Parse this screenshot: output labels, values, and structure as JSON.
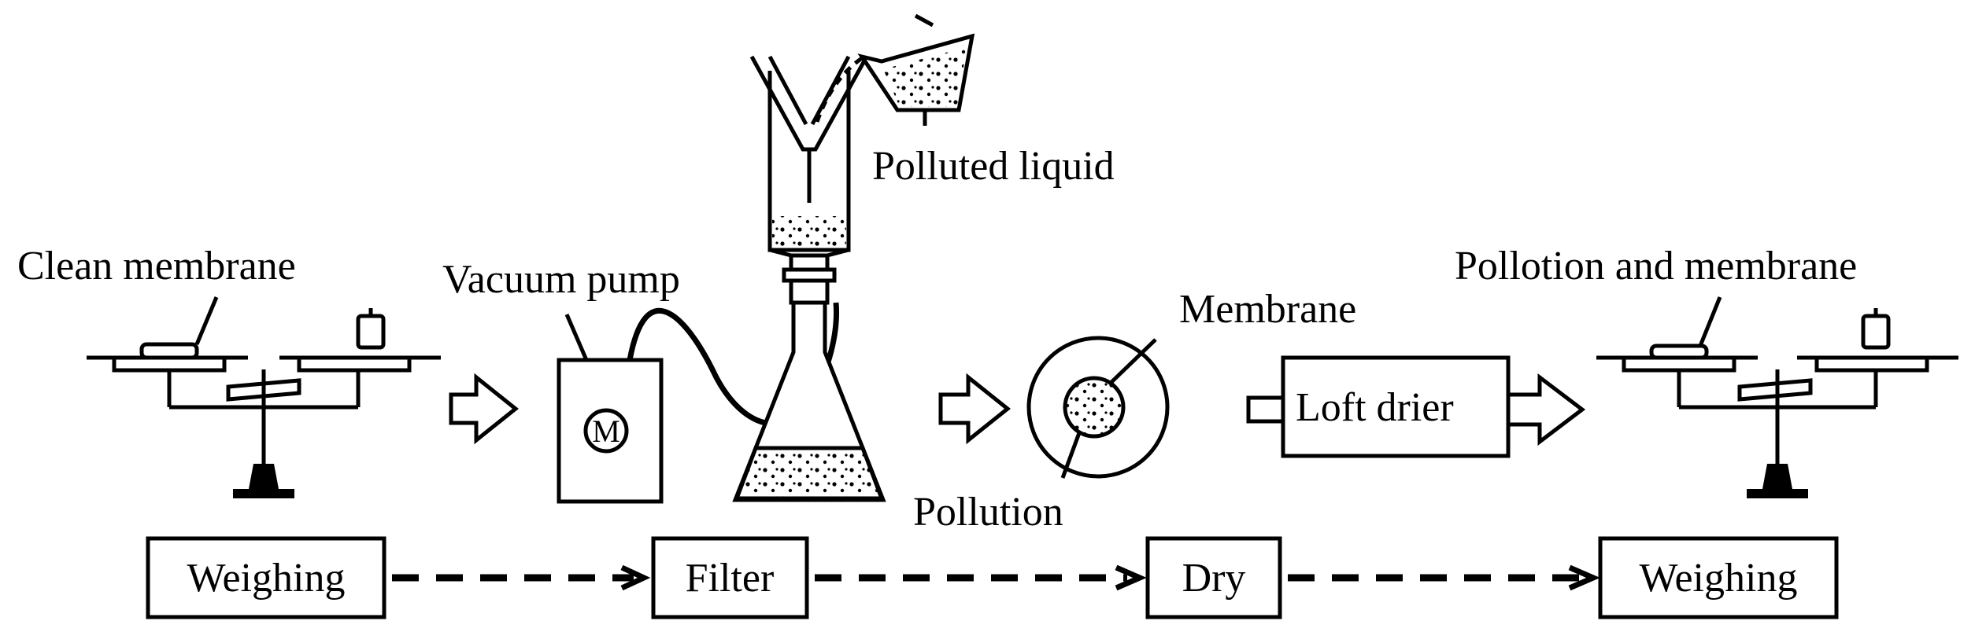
{
  "labels": {
    "clean_membrane": "Clean membrane",
    "vacuum_pump": "Vacuum pump",
    "pump_motor": "M",
    "polluted_liquid": "Polluted liquid",
    "membrane": "Membrane",
    "pollution": "Pollution",
    "loft_drier": "Loft drier",
    "pollution_and_membrane": "Pollotion and membrane"
  },
  "steps": [
    {
      "label": "Weighing"
    },
    {
      "label": "Filter"
    },
    {
      "label": "Dry"
    },
    {
      "label": "Weighing"
    }
  ]
}
